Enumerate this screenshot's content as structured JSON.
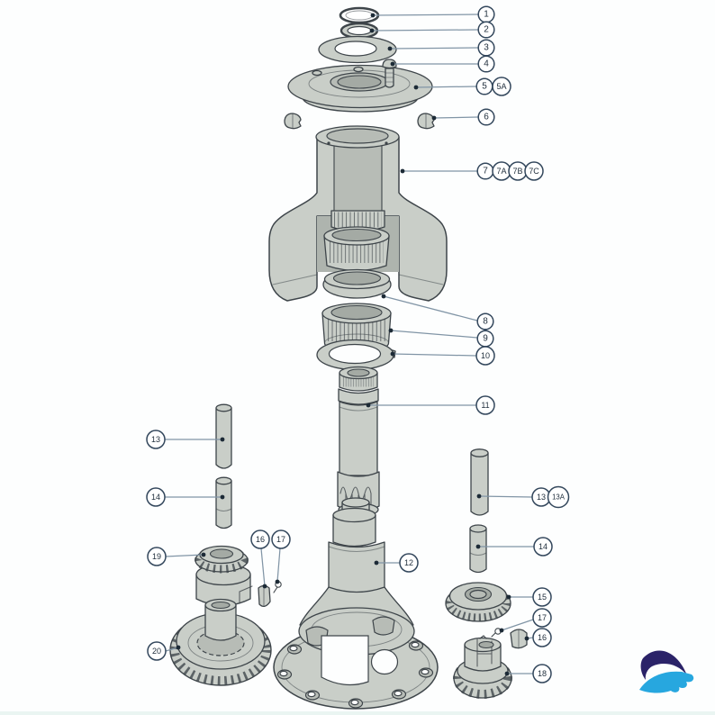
{
  "diagram": {
    "type": "exploded-parts-diagram",
    "subject": "Sailing winch exploded parts view",
    "colors": {
      "bg": "#fdfefe",
      "part_fill": "#c9cec8",
      "part_shade": "#b7bcb6",
      "part_dark": "#a4aaa4",
      "outline": "#3e454a",
      "leader": "#8195a6",
      "dot": "#1c2a36",
      "callout_stroke": "#33475c",
      "callout_text": "#22303e",
      "logo_navy": "#2b2368",
      "logo_blue": "#27a7df",
      "footer_tint": "#eaf5f2"
    },
    "callouts": [
      {
        "part": "o-ring-top",
        "labels": [
          "1"
        ],
        "circles": [
          [
            540,
            16
          ]
        ],
        "line": [
          414,
          17,
          531,
          16
        ],
        "dot": [
          414,
          17
        ]
      },
      {
        "part": "o-ring-second",
        "labels": [
          "2"
        ],
        "circles": [
          [
            540,
            33
          ]
        ],
        "line": [
          413,
          34,
          531,
          33
        ],
        "dot": [
          413,
          34
        ]
      },
      {
        "part": "top-washer",
        "labels": [
          "3"
        ],
        "circles": [
          [
            540,
            53
          ]
        ],
        "line": [
          433,
          54,
          531,
          53
        ],
        "dot": [
          433,
          54
        ]
      },
      {
        "part": "cap-screw",
        "labels": [
          "4"
        ],
        "circles": [
          [
            540,
            71
          ]
        ],
        "line": [
          436,
          71,
          531,
          71
        ],
        "dot": [
          436,
          71
        ]
      },
      {
        "part": "top-cap",
        "labels": [
          "5",
          "5A"
        ],
        "circles": [
          [
            538,
            96
          ],
          [
            557,
            96
          ]
        ],
        "line": [
          462,
          97,
          529,
          96
        ],
        "dot": [
          462,
          97
        ]
      },
      {
        "part": "top-pawl",
        "labels": [
          "6"
        ],
        "circles": [
          [
            540,
            130
          ]
        ],
        "line": [
          482,
          131,
          531,
          130
        ],
        "dot": [
          482,
          131
        ]
      },
      {
        "part": "drum",
        "labels": [
          "7",
          "7A",
          "7B",
          "7C"
        ],
        "circles": [
          [
            539,
            190
          ],
          [
            557,
            190
          ],
          [
            575,
            190
          ],
          [
            593,
            190
          ]
        ],
        "line": [
          447,
          190,
          530,
          190
        ],
        "dot": [
          447,
          190
        ]
      },
      {
        "part": "spacer-ring",
        "labels": [
          "8"
        ],
        "circles": [
          [
            539,
            357
          ]
        ],
        "line": [
          426,
          329,
          530,
          356
        ],
        "dot": [
          426,
          329
        ]
      },
      {
        "part": "roller-bearing",
        "labels": [
          "9"
        ],
        "circles": [
          [
            539,
            376
          ]
        ],
        "line": [
          434,
          367,
          530,
          375
        ],
        "dot": [
          434,
          367
        ]
      },
      {
        "part": "keyed-washer",
        "labels": [
          "10"
        ],
        "circles": [
          [
            539,
            395
          ]
        ],
        "line": [
          436,
          393,
          529,
          395
        ],
        "dot": [
          436,
          393
        ]
      },
      {
        "part": "main-spindle",
        "labels": [
          "11"
        ],
        "circles": [
          [
            539,
            450
          ]
        ],
        "line": [
          409,
          450,
          529,
          450
        ],
        "dot": [
          409,
          450
        ]
      },
      {
        "part": "centre-stem-base",
        "labels": [
          "12"
        ],
        "circles": [
          [
            454,
            625
          ]
        ],
        "line": [
          418,
          625,
          444,
          625
        ],
        "dot": [
          418,
          625
        ]
      },
      {
        "part": "pin-long-left",
        "labels": [
          "13"
        ],
        "circles": [
          [
            173,
            488
          ]
        ],
        "line": [
          183,
          488,
          247,
          488
        ],
        "dot": [
          247,
          488
        ]
      },
      {
        "part": "pin-short-left",
        "labels": [
          "14"
        ],
        "circles": [
          [
            173,
            552
          ]
        ],
        "line": [
          183,
          552,
          247,
          552
        ],
        "dot": [
          247,
          552
        ]
      },
      {
        "part": "pawl-left",
        "labels": [
          "16"
        ],
        "circles": [
          [
            289,
            599
          ]
        ],
        "line": [
          290,
          609,
          294,
          651
        ],
        "dot": [
          294,
          651
        ]
      },
      {
        "part": "pawl-spring-left",
        "labels": [
          "17"
        ],
        "circles": [
          [
            312,
            599
          ]
        ],
        "line": [
          311,
          609,
          308,
          646
        ],
        "dot": [
          308,
          646
        ]
      },
      {
        "part": "gear-cluster",
        "labels": [
          "19"
        ],
        "circles": [
          [
            174,
            618
          ]
        ],
        "line": [
          184,
          618,
          226,
          616
        ],
        "dot": [
          226,
          616
        ]
      },
      {
        "part": "ring-gear",
        "labels": [
          "20"
        ],
        "circles": [
          [
            174,
            723
          ]
        ],
        "line": [
          184,
          723,
          198,
          719
        ],
        "dot": [
          198,
          719
        ]
      },
      {
        "part": "pin-long-right",
        "labels": [
          "13",
          "13A"
        ],
        "circles": [
          [
            601,
            552
          ],
          [
            620,
            552
          ]
        ],
        "line": [
          532,
          551,
          591,
          552
        ],
        "dot": [
          532,
          551
        ]
      },
      {
        "part": "pin-short-right",
        "labels": [
          "14"
        ],
        "circles": [
          [
            603,
            607
          ]
        ],
        "line": [
          531,
          607,
          593,
          607
        ],
        "dot": [
          531,
          607
        ]
      },
      {
        "part": "spur-gear",
        "labels": [
          "15"
        ],
        "circles": [
          [
            602,
            663
          ]
        ],
        "line": [
          565,
          663,
          592,
          663
        ],
        "dot": [
          565,
          663
        ]
      },
      {
        "part": "pawl-spring-right",
        "labels": [
          "17"
        ],
        "circles": [
          [
            602,
            686
          ]
        ],
        "line": [
          557,
          700,
          592,
          688
        ],
        "dot": [
          557,
          700
        ]
      },
      {
        "part": "pawl-right",
        "labels": [
          "16"
        ],
        "circles": [
          [
            602,
            708
          ]
        ],
        "line": [
          585,
          709,
          592,
          708
        ],
        "dot": [
          585,
          709
        ]
      },
      {
        "part": "pawl-gear",
        "labels": [
          "18"
        ],
        "circles": [
          [
            602,
            748
          ]
        ],
        "line": [
          563,
          748,
          592,
          748
        ],
        "dot": [
          563,
          748
        ]
      }
    ],
    "logo": {
      "icon": "force4-swoosh-logo"
    }
  }
}
